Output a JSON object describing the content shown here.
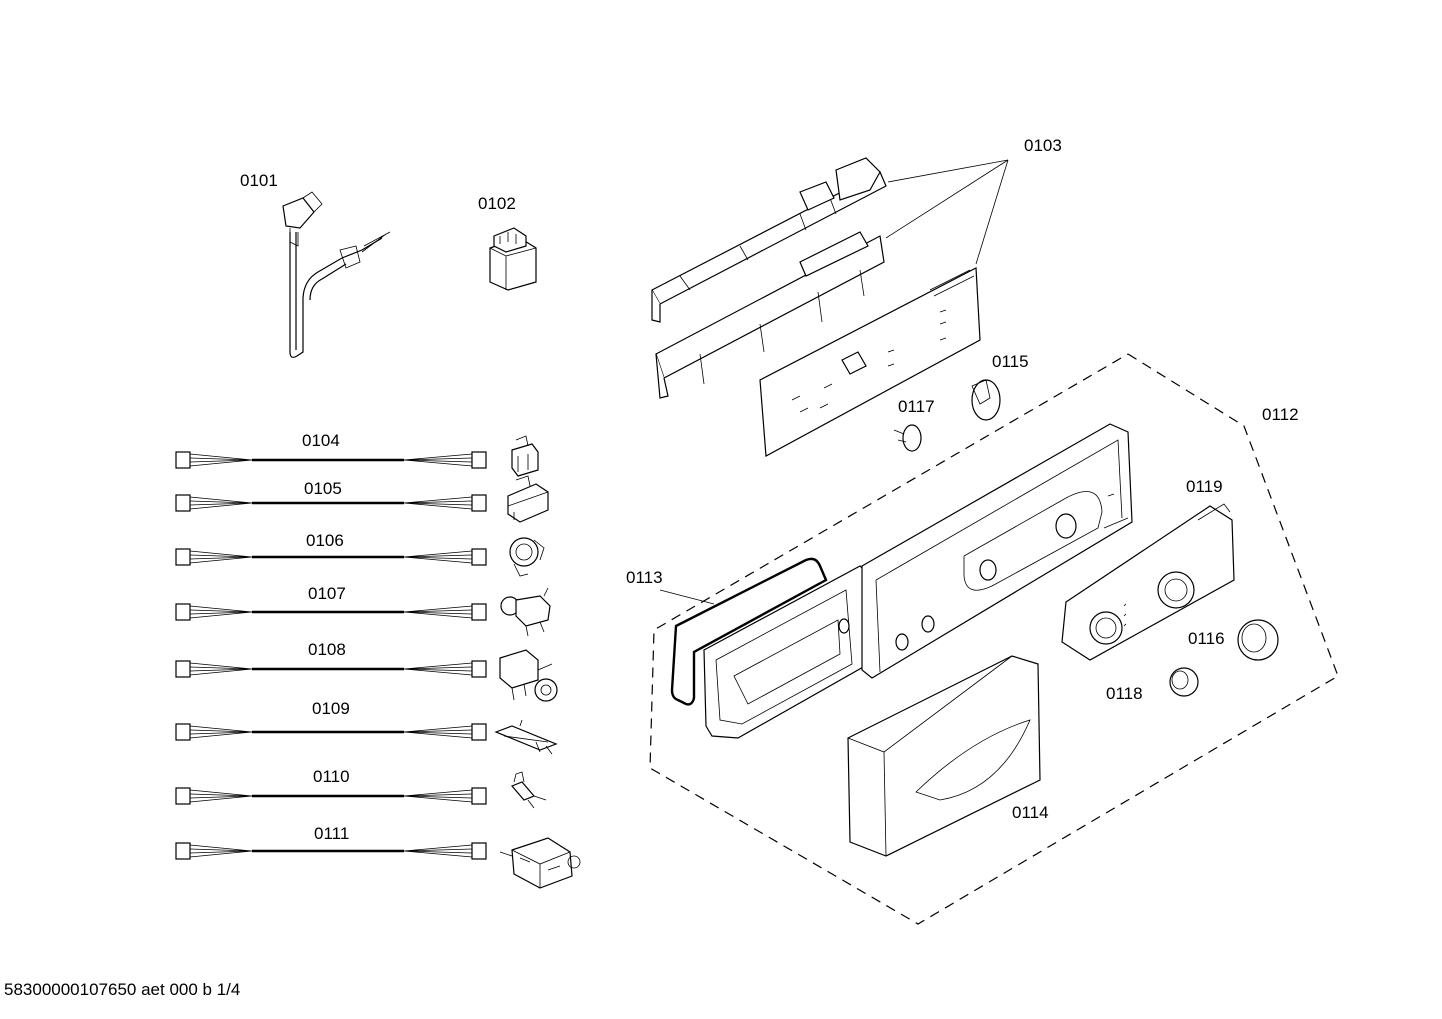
{
  "parts": {
    "p0101": "0101",
    "p0102": "0102",
    "p0103": "0103",
    "p0104": "0104",
    "p0105": "0105",
    "p0106": "0106",
    "p0107": "0107",
    "p0108": "0108",
    "p0109": "0109",
    "p0110": "0110",
    "p0111": "0111",
    "p0112": "0112",
    "p0113": "0113",
    "p0114": "0114",
    "p0115": "0115",
    "p0116": "0116",
    "p0117": "0117",
    "p0118": "0118",
    "p0119": "0119"
  },
  "footer": "58300000107650 aet 000 b 1/4"
}
